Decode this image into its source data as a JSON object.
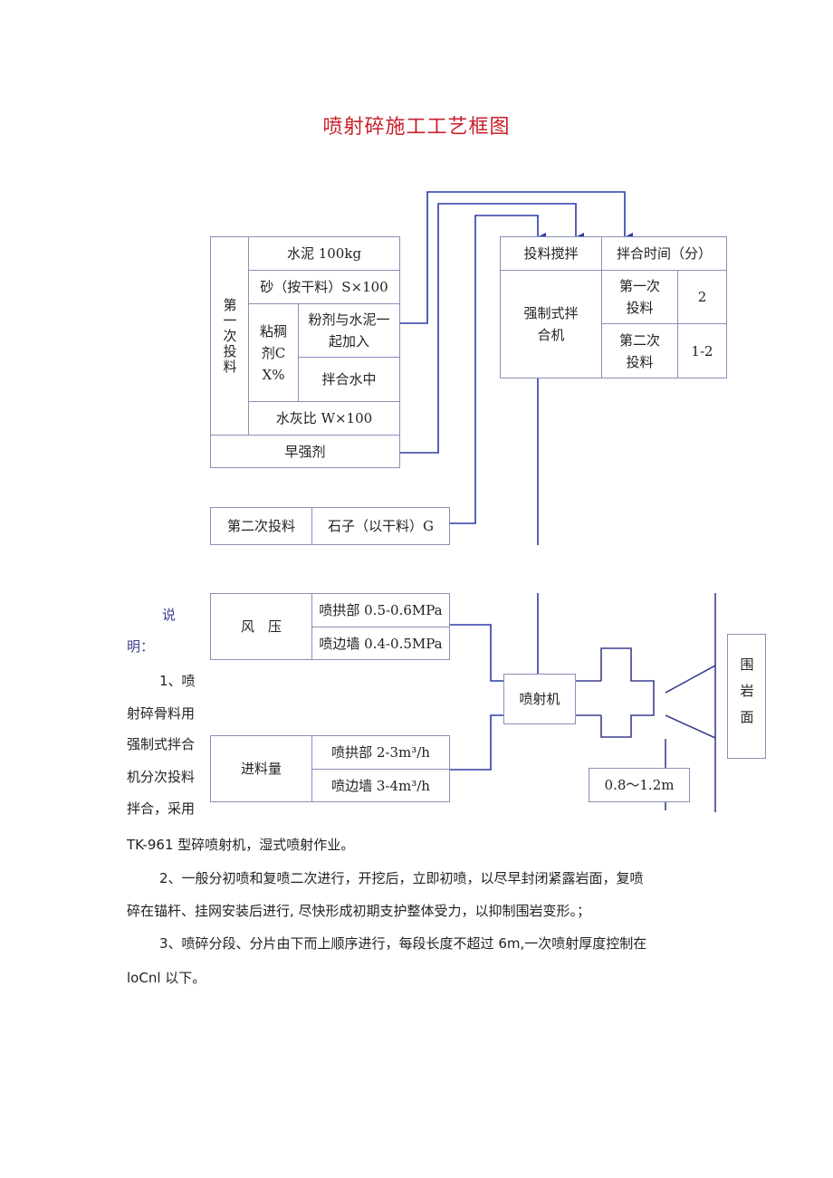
{
  "title": "喷射碎施工工艺框图",
  "first_batch": {
    "label": "第一次投料",
    "cement": "水泥 100kg",
    "sand": "砂（按干料）S×100",
    "adhesive": "粘稠剂CX%",
    "powder_note": "粉剂与水泥一起加入",
    "water_note": "拌合水中",
    "wc_ratio": "水灰比 W×100",
    "early_strength": "早强剂"
  },
  "mixer": {
    "col_header_1": "投料搅拌",
    "col_header_2": "拌合时间（分）",
    "machine": "强制式拌合机",
    "first_time_label": "第一次投料",
    "first_time_value": "2",
    "second_time_label": "第二次投料",
    "second_time_value": "1-2"
  },
  "second_batch": {
    "label": "第二次投料",
    "stone": "石子（以干料）G"
  },
  "air_pressure": {
    "label": "风　压",
    "arch": "喷拱部 0.5-0.6MPa",
    "wall": "喷边墙 0.4-0.5MPa"
  },
  "feed": {
    "label": "进料量",
    "arch": "喷拱部 2-3m³/h",
    "wall": "喷边墙 3-4m³/h"
  },
  "sprayer": "喷射机",
  "distance": "0.8～1.2m",
  "rock_face": "围岩面",
  "notes": {
    "heading_1": "说",
    "heading_2": "明：",
    "n1_l1": "1、喷",
    "n1_l2": "射碎骨料用",
    "n1_l3": "强制式拌合",
    "n1_l4": "机分次投料",
    "n1_l5": "拌合，采用",
    "n1_l6": "TK-961 型碎喷射机，湿式喷射作业。",
    "n2_l1": "2、一般分初喷和复喷二次进行，开挖后，立即初喷，以尽早封闭紧露岩面，复喷",
    "n2_l2": "碎在锚杆、挂网安装后进行, 尽快形成初期支护整体受力，以抑制围岩变形。；",
    "n3_l1": "3、喷碎分段、分片由下而上顺序进行，每段长度不超过 6m,一次喷射厚度控制在",
    "n3_l2": "loCnl 以下。"
  },
  "colors": {
    "title": "#c8202a",
    "border": "#8a8fb8",
    "arrow": "#2b3aa8"
  }
}
